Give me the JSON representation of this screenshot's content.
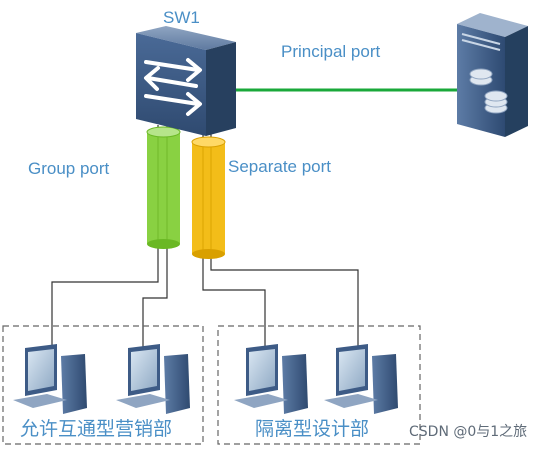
{
  "switch": {
    "label": "SW1"
  },
  "ports": {
    "principal": "Principal port",
    "group": "Group port",
    "separate": "Separate port"
  },
  "departments": [
    {
      "label": "允许互通型营销部"
    },
    {
      "label": "隔离型设计部"
    }
  ],
  "watermark": "CSDN @0与1之旅",
  "colors": {
    "principal_link": "#1aa83a",
    "group_port": "#7ccc2e",
    "separate_port": "#f2b600",
    "label_blue": "#4a8fc6",
    "device_blue": "#3d5b86"
  },
  "icons": {
    "switch": "switch-icon",
    "server": "server-icon",
    "pc": "pc-icon"
  }
}
